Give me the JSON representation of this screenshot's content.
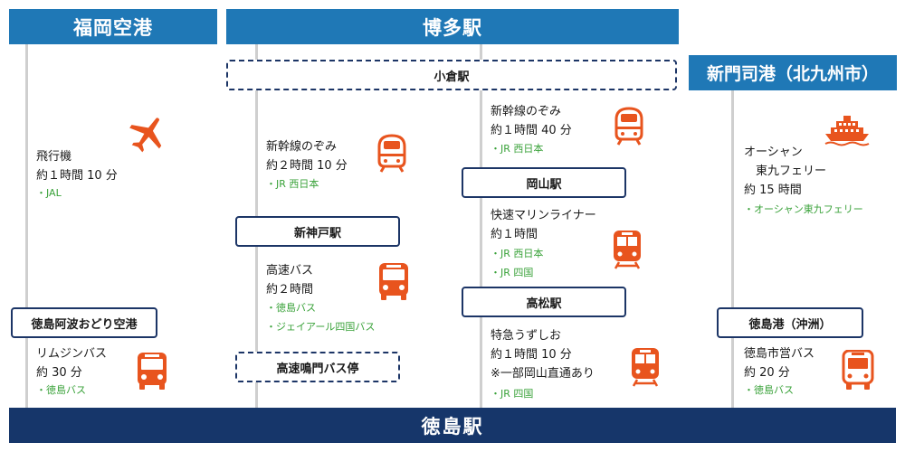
{
  "headers": {
    "fukuoka": "福岡空港",
    "hakata": "博多駅",
    "shinmoji": "新門司港（北九州市）"
  },
  "destination": "徳島駅",
  "stations": {
    "kokura": "小倉駅",
    "okayama": "岡山駅",
    "shinkobe": "新神戸駅",
    "takamatsu": "高松駅",
    "awaodori_airport": "徳島阿波おどり空港",
    "naruto_bus": "高速鳴門バス停",
    "tokushima_port": "徳島港（沖洲）"
  },
  "routes": {
    "plane": {
      "lines": [
        "飛行機",
        "約１時間 10 分"
      ],
      "operators": [
        "・JAL"
      ],
      "icon": "airplane-icon"
    },
    "limousine": {
      "lines": [
        "リムジンバス",
        "約 30 分"
      ],
      "operators": [
        "・徳島バス"
      ],
      "icon": "bus-icon"
    },
    "nozomi_kobe": {
      "lines": [
        "新幹線のぞみ",
        "約２時間 10 分"
      ],
      "operators": [
        "・JR 西日本"
      ],
      "icon": "shinkansen-icon"
    },
    "highway_bus": {
      "lines": [
        "高速バス",
        "約２時間"
      ],
      "operators": [
        "・徳島バス",
        "・ジェイアール四国バス"
      ],
      "icon": "bus-icon"
    },
    "nozomi_okayama": {
      "lines": [
        "新幹線のぞみ",
        "約１時間 40 分"
      ],
      "operators": [
        "・JR 西日本"
      ],
      "icon": "shinkansen-icon"
    },
    "marine_liner": {
      "lines": [
        "快速マリンライナー",
        "約１時間"
      ],
      "operators": [
        "・JR 西日本",
        "・JR 四国"
      ],
      "icon": "train-icon"
    },
    "uzushio": {
      "lines": [
        "特急うずしお",
        "約１時間 10 分",
        "※一部岡山直通あり"
      ],
      "operators": [
        "・JR 四国"
      ],
      "icon": "train-icon"
    },
    "ferry": {
      "lines": [
        "オーシャン",
        "　東九フェリー",
        "約 15 時間"
      ],
      "operators": [
        "・オーシャン東九フェリー"
      ],
      "icon": "ship-icon"
    },
    "city_bus": {
      "lines": [
        "徳島市営バス",
        "約 20 分"
      ],
      "operators": [
        "・徳島バス"
      ],
      "icon": "bus-icon"
    }
  },
  "colors": {
    "header_blue": "#1f78b6",
    "navy": "#16366a",
    "icon_orange": "#e8541e",
    "operator_green": "#3aa23a",
    "route_line_gray": "#cfcfcf"
  }
}
